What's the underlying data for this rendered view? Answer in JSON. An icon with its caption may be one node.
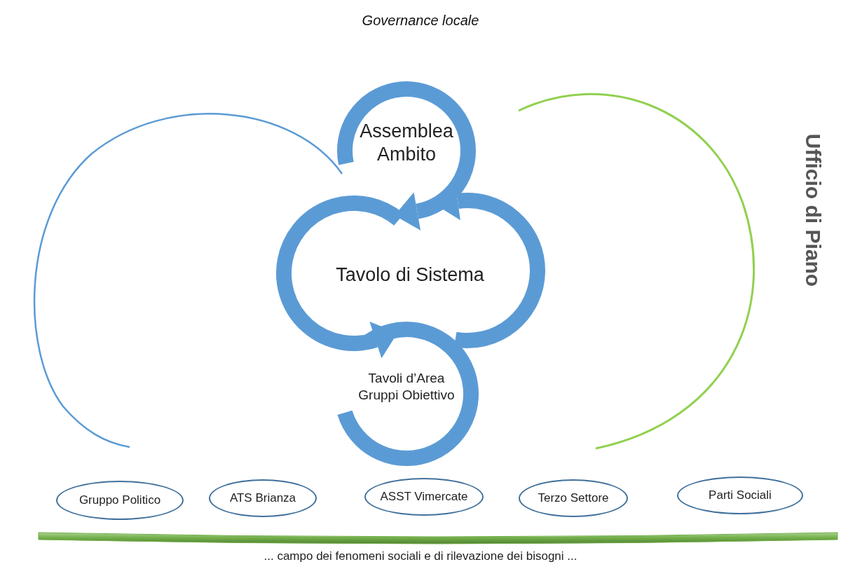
{
  "diagram": {
    "title": "Governance locale",
    "nodes": [
      {
        "text": [
          "Assemblea Ambito"
        ]
      },
      {
        "text": [
          "Tavolo di Sistema"
        ]
      },
      {
        "text": [
          "Tavoli d’Area Gruppi Obiettivo"
        ]
      },
      {
        "text": [
          "Gruppo Politico"
        ]
      },
      {
        "text": [
          "ATS Brianza"
        ]
      },
      {
        "text": [
          "ASST Vimercate"
        ]
      },
      {
        "text": [
          "Terzo Settore"
        ]
      },
      {
        "text": [
          "Parti Sociali"
        ]
      }
    ],
    "labels": [
      "Ufficio di Piano",
      "... campo dei fenomeni sociali e di rilevazione dei bisogni ..."
    ]
  }
}
